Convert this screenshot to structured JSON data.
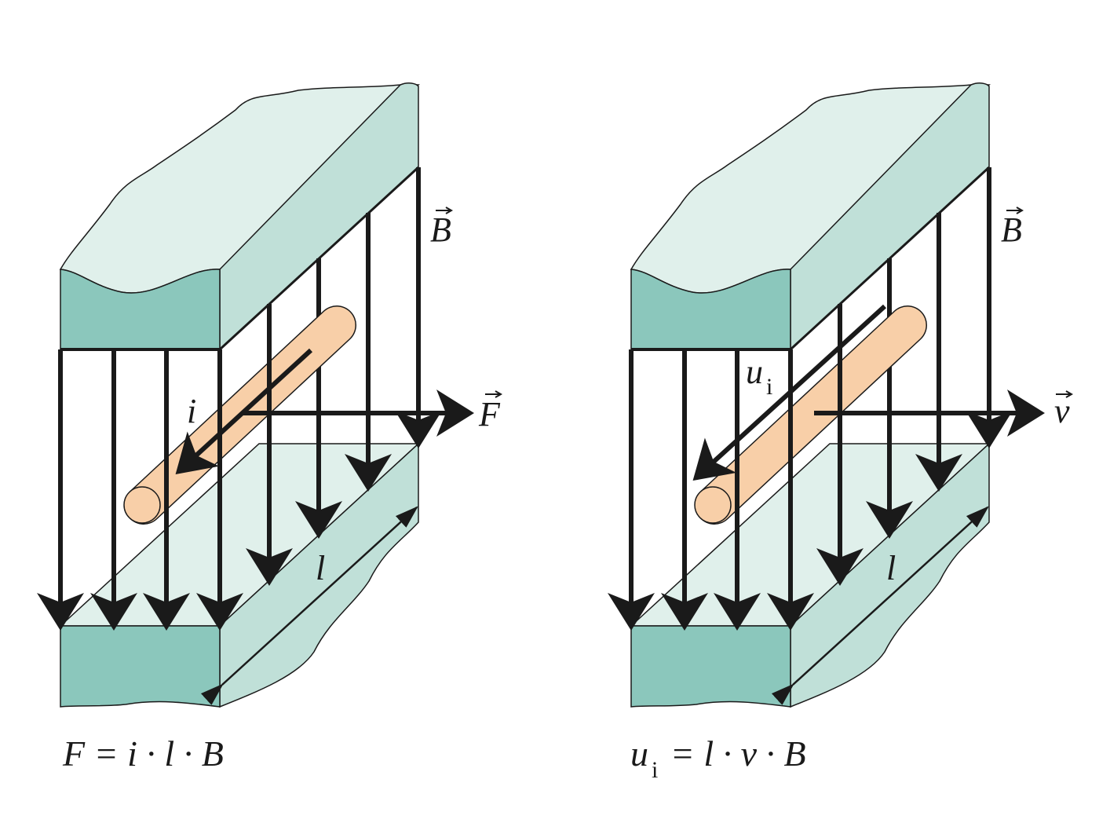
{
  "left_panel": {
    "field_label": "B",
    "force_label": "F",
    "current_label": "i",
    "length_label": "l",
    "formula": "F = i · l · B"
  },
  "right_panel": {
    "field_label": "B",
    "velocity_label": "v",
    "voltage_label": "u",
    "voltage_subscript": "i",
    "length_label": "l",
    "formula_lhs": "u",
    "formula_sub": "i",
    "formula_rhs": " = l · v · B"
  },
  "colors": {
    "magnet_front": "#8bc7bc",
    "magnet_side": "#c0e0d8",
    "magnet_top": "#e0f0eb",
    "rod": "#f8cfa8"
  }
}
